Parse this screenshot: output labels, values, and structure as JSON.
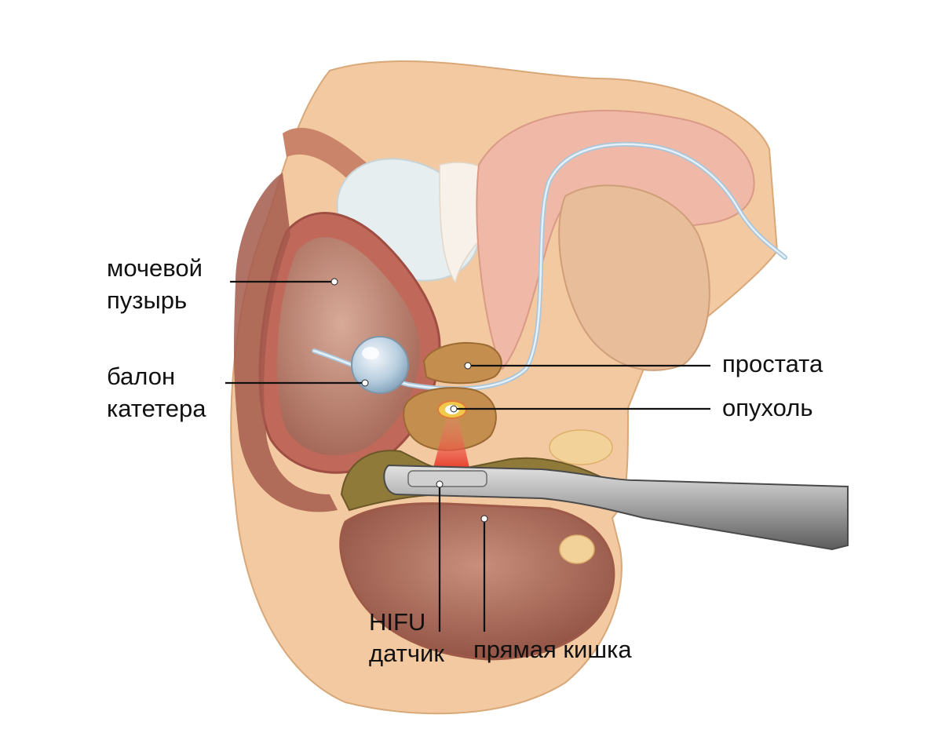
{
  "labels": {
    "bladder": [
      "мочевой",
      "пузырь"
    ],
    "catheter_balloon": [
      "балон",
      "катетера"
    ],
    "prostate": "простата",
    "tumor": "опухоль",
    "hifu_probe": [
      "HIFU",
      "датчик"
    ],
    "rectum": "прямая кишка"
  }
}
